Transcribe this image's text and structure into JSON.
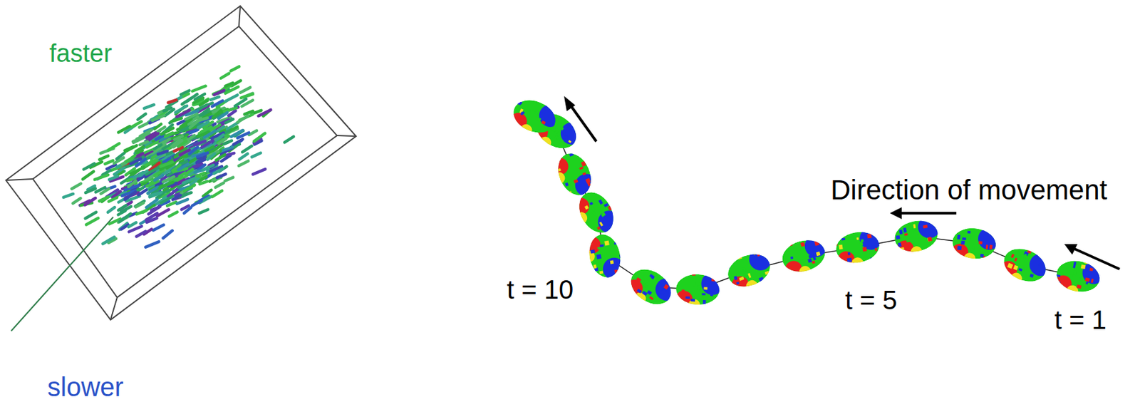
{
  "diagram": {
    "labels": [
      "faster",
      "slower",
      "Direction of movement",
      "t = 10",
      "t = 5",
      "t = 1"
    ]
  }
}
